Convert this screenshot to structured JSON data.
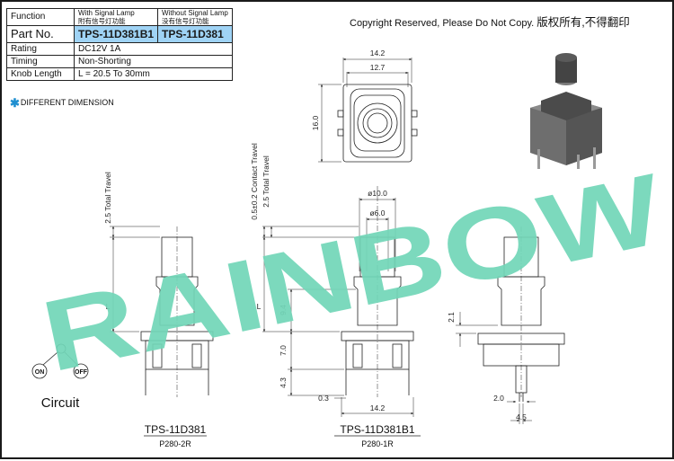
{
  "spec_table": {
    "function_label": "Function",
    "with_lamp_en": "With Signal Lamp",
    "with_lamp_cn": "附有信号灯功能",
    "without_lamp_en": "Without Signal Lamp",
    "without_lamp_cn": "没有信号灯功能",
    "part_no_label": "Part No.",
    "part_no_with": "TPS-11D381B1",
    "part_no_without": "TPS-11D381",
    "rating_label": "Rating",
    "rating_value": "DC12V 1A",
    "timing_label": "Timing",
    "timing_value": "Non-Shorting",
    "knob_label": "Knob Length",
    "knob_value": "L = 20.5 To 30mm"
  },
  "different_dimension": "DIFFERENT DIMENSION",
  "copyright": {
    "en": "Copyright Reserved, Please Do Not Copy.",
    "cn": "版权所有,不得翻印"
  },
  "watermark": "RAINBOW",
  "colors": {
    "watermark": "#72d6b8",
    "highlight": "#9fd3f5",
    "accent": "#1f8fd0"
  },
  "top_view": {
    "dim_width_outer": "14.2",
    "dim_width_inner": "12.7",
    "dim_height": "16.0"
  },
  "left_view": {
    "dim_total_travel": "2.5  Total  Travel",
    "dim_length": "L"
  },
  "middle_view": {
    "dim_contact_travel": "0.5±0.2  Contact  Travel",
    "dim_total_travel": "2.5  Total  Travel",
    "dim_dia_10": "ø10.0",
    "dim_dia_6": "ø6.0",
    "dim_9_4": "9.4",
    "dim_7_0": "7.0",
    "dim_4_3": "4.3",
    "dim_0_3": "0.3",
    "dim_14_2": "14.2",
    "dim_length": "L"
  },
  "right_view": {
    "dim_2_1": "2.1",
    "dim_2_0": "2.0",
    "dim_4_5": "4.5"
  },
  "circuit": {
    "on": "ON",
    "off": "OFF",
    "caption": "Circuit"
  },
  "captions": {
    "left_model": "TPS-11D381",
    "left_code": "P280-2R",
    "mid_model": "TPS-11D381B1",
    "mid_code": "P280-1R"
  }
}
